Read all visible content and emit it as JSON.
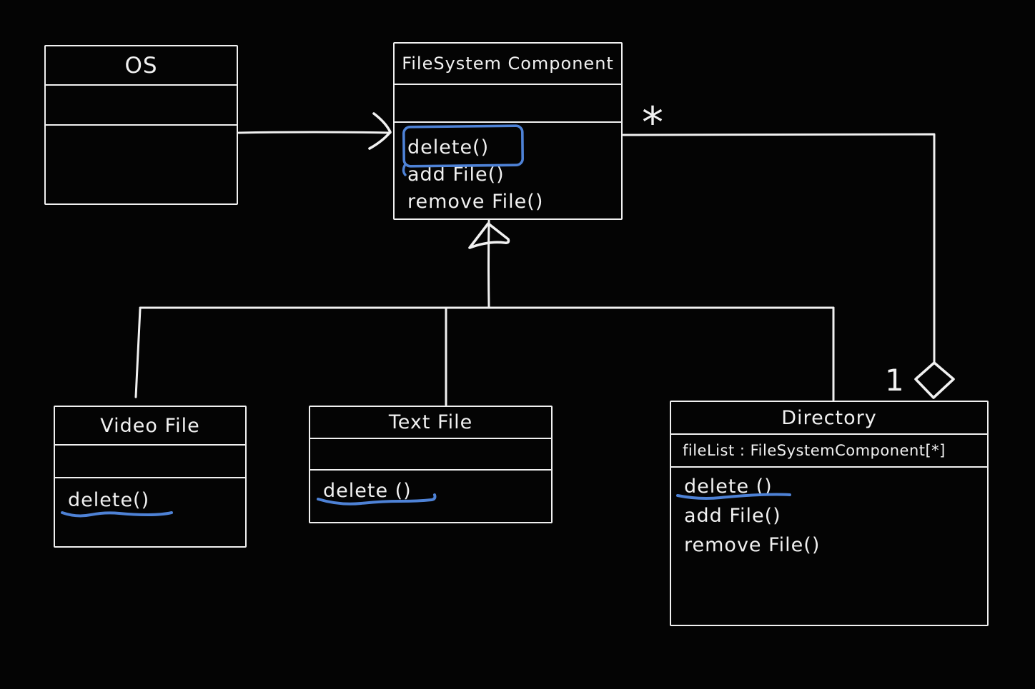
{
  "palette": {
    "background": "#040404",
    "stroke": "#f1f1f1",
    "accent": "#4e82d6"
  },
  "classes": [
    {
      "name": "OS",
      "attributes": [],
      "methods": []
    },
    {
      "name": "FileSystem Component",
      "attributes": [],
      "methods": [
        {
          "label": "delete()",
          "highlight": "blue-box"
        },
        {
          "label": "add File()",
          "highlight": "none"
        },
        {
          "label": "remove File()",
          "highlight": "none"
        }
      ]
    },
    {
      "name": "Video File",
      "attributes": [],
      "methods": [
        {
          "label": "delete()",
          "highlight": "blue-underline"
        }
      ]
    },
    {
      "name": "Text File",
      "attributes": [],
      "methods": [
        {
          "label": "delete ()",
          "highlight": "blue-underline"
        }
      ]
    },
    {
      "name": "Directory",
      "attributes": [
        {
          "label": "fileList : FileSystemComponent[*]"
        }
      ],
      "methods": [
        {
          "label": "delete ()",
          "highlight": "blue-underline"
        },
        {
          "label": "add File()",
          "highlight": "none"
        },
        {
          "label": "remove File()",
          "highlight": "none"
        }
      ]
    }
  ],
  "relationships": [
    {
      "type": "association",
      "from": "OS",
      "to": "FileSystem Component"
    },
    {
      "type": "generalization",
      "parent": "FileSystem Component",
      "children": [
        "Video File",
        "Text File",
        "Directory"
      ]
    },
    {
      "type": "aggregation",
      "whole": "Directory",
      "part": "FileSystem Component",
      "multiplicity_part": "*",
      "multiplicity_whole": "1"
    }
  ]
}
